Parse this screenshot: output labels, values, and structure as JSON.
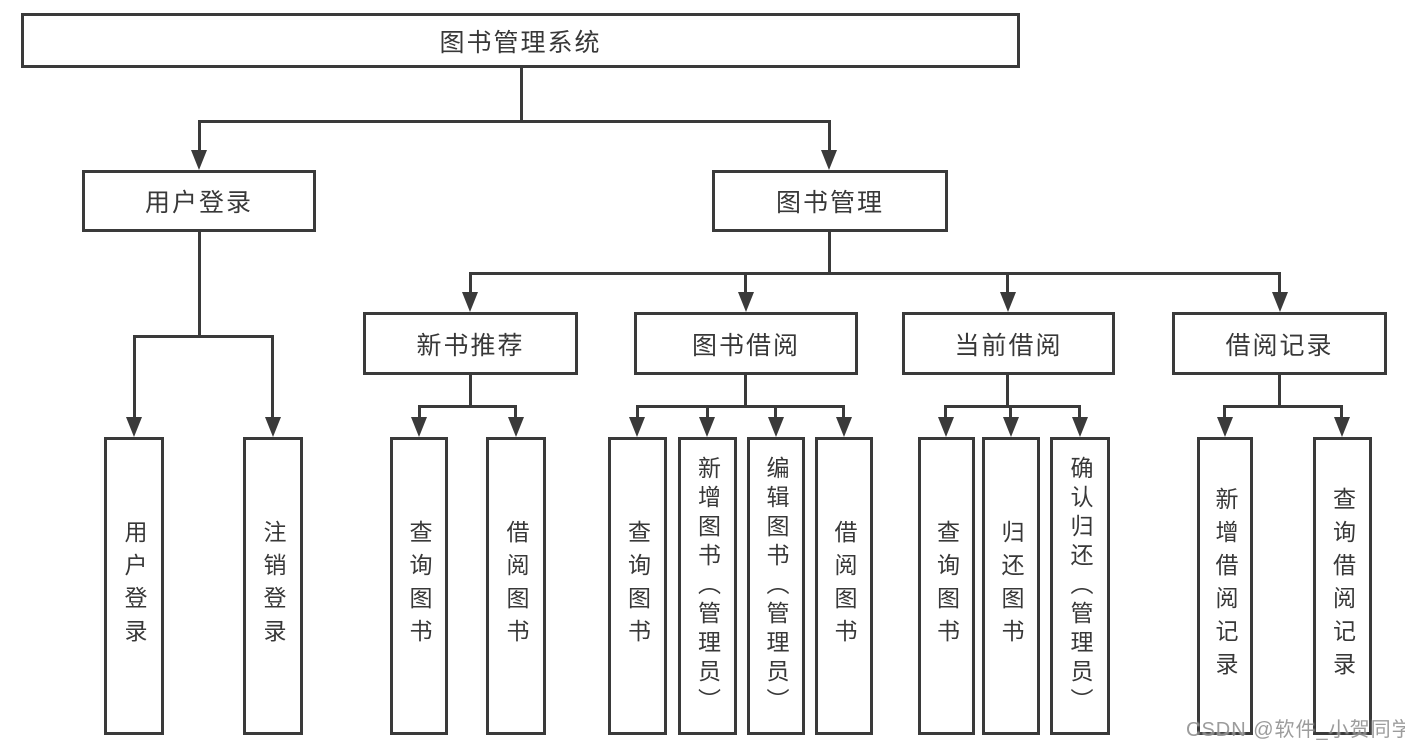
{
  "diagram": {
    "root": {
      "label": "图书管理系统"
    },
    "branches": [
      {
        "label": "用户登录",
        "children": [
          {
            "label": "用户登录"
          },
          {
            "label": "注销登录"
          }
        ]
      },
      {
        "label": "图书管理",
        "children": [
          {
            "label": "新书推荐",
            "children": [
              {
                "label": "查询图书"
              },
              {
                "label": "借阅图书"
              }
            ]
          },
          {
            "label": "图书借阅",
            "children": [
              {
                "label": "查询图书"
              },
              {
                "label": "新增图书（管理员）"
              },
              {
                "label": "编辑图书（管理员）"
              },
              {
                "label": "借阅图书"
              }
            ]
          },
          {
            "label": "当前借阅",
            "children": [
              {
                "label": "查询图书"
              },
              {
                "label": "归还图书"
              },
              {
                "label": "确认归还（管理员）"
              }
            ]
          },
          {
            "label": "借阅记录",
            "children": [
              {
                "label": "新增借阅记录"
              },
              {
                "label": "查询借阅记录"
              }
            ]
          }
        ]
      }
    ]
  },
  "watermark": {
    "text": "CSDN @软件_小贺同学"
  },
  "colors": {
    "line": "#3a3a3a",
    "text": "#383838",
    "watermark": "#808080"
  }
}
